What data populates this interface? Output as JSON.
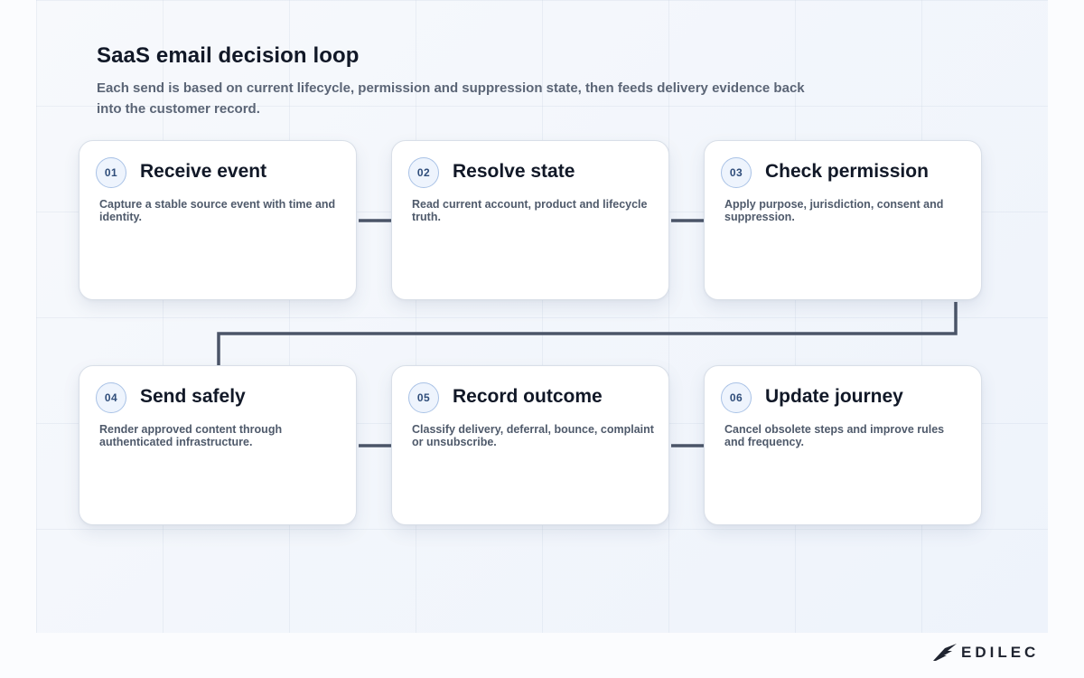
{
  "header": {
    "title": "SaaS email decision loop",
    "subtitle": "Each send is based on current lifecycle, permission and suppression state, then feeds delivery evidence back into the customer record."
  },
  "steps": [
    {
      "number": "01",
      "title": "Receive event",
      "description": "Capture a stable source event with time and identity."
    },
    {
      "number": "02",
      "title": "Resolve state",
      "description": "Read current account, product and lifecycle truth."
    },
    {
      "number": "03",
      "title": "Check permission",
      "description": "Apply purpose, jurisdiction, consent and suppression."
    },
    {
      "number": "04",
      "title": "Send safely",
      "description": "Render approved content through authenticated infrastructure."
    },
    {
      "number": "05",
      "title": "Record outcome",
      "description": "Classify delivery, deferral, bounce, complaint or unsubscribe."
    },
    {
      "number": "06",
      "title": "Update journey",
      "description": "Cancel obsolete steps and improve rules and frequency."
    }
  ],
  "brand": {
    "name": "EDILEC",
    "icon": "bird-icon"
  },
  "colors": {
    "connector": "#4b5568",
    "badge_border": "#a9c2e6",
    "badge_text": "#2f4d7a"
  }
}
